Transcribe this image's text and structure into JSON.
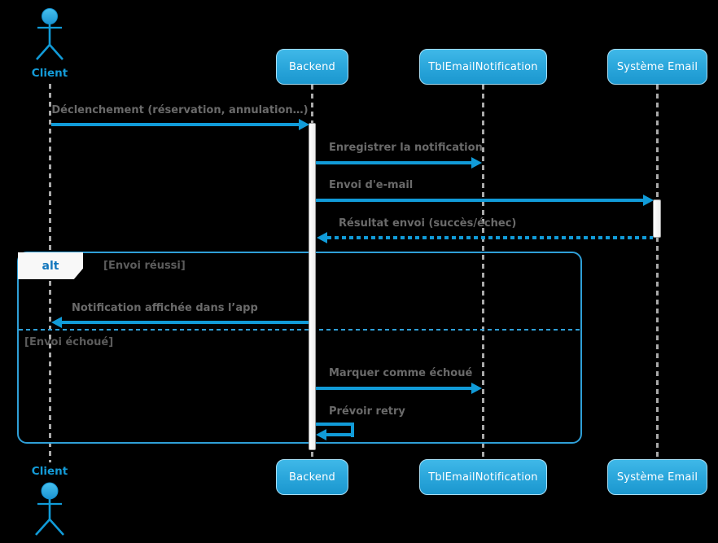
{
  "diagram": {
    "kind": "uml-sequence",
    "actor": {
      "name": "Client"
    },
    "participants": [
      {
        "name": "Backend"
      },
      {
        "name": "TblEmailNotification"
      },
      {
        "name": "Système Email"
      }
    ],
    "messages": [
      {
        "label": "Déclenchement (réservation, annulation…)",
        "from": "Client",
        "to": "Backend",
        "style": "solid"
      },
      {
        "label": "Enregistrer la notification",
        "from": "Backend",
        "to": "TblEmailNotification",
        "style": "solid"
      },
      {
        "label": "Envoi d'e-mail",
        "from": "Backend",
        "to": "Système Email",
        "style": "solid"
      },
      {
        "label": "Résultat envoi (succès/échec)",
        "from": "Système Email",
        "to": "Backend",
        "style": "dotted-return"
      },
      {
        "label": "Notification affichée dans l’app",
        "from": "Backend",
        "to": "Client",
        "style": "solid"
      },
      {
        "label": "Marquer comme échoué",
        "from": "Backend",
        "to": "TblEmailNotification",
        "style": "solid"
      },
      {
        "label": "Prévoir retry",
        "from": "Backend",
        "to": "Backend",
        "style": "self"
      }
    ],
    "fragment": {
      "operator": "alt",
      "guard_success": "[Envoi réussi]",
      "guard_failure": "[Envoi échoué]"
    },
    "colors": {
      "accent_blue": "#119bd8",
      "box_gradient_top": "#3fb8e8",
      "box_gradient_bottom": "#1b97cf",
      "frame_border": "#2f9fd7",
      "lifeline_gray": "#a9a9a9",
      "message_text": "#6a6a6a",
      "actor_label": "#149bd7",
      "operator_label": "#1377bd",
      "background": "#000000"
    }
  }
}
